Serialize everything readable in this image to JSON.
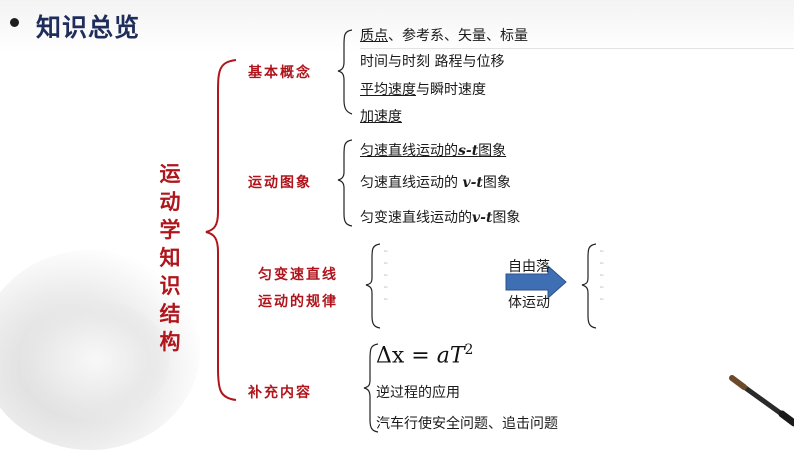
{
  "header": {
    "title": "知识总览"
  },
  "root": {
    "chars": [
      "运",
      "动",
      "学",
      "知",
      "识",
      "结",
      "构"
    ]
  },
  "branches": {
    "basic": {
      "label": "基本概念",
      "item1_a": "质点",
      "item1_b": "、参考系、矢量、标量",
      "item2": "时间与时刻 路程与位移",
      "item3_a": "平均速度",
      "item3_b": "与瞬时速度",
      "item4": "加速度"
    },
    "graphs": {
      "label": "运动图象",
      "item1_a": "匀速直线运动的",
      "item1_var": "s-t",
      "item1_b": "图象",
      "item2_a": "匀速直线运动的 ",
      "item2_var": "v-t",
      "item2_b": "图象",
      "item3_a": "匀变速直线运动的",
      "item3_var": "v-t",
      "item3_b": "图象"
    },
    "laws": {
      "label_line1": "匀变速直线",
      "label_line2": "运动的规律",
      "arrow_text1": "自由落",
      "arrow_text2": "体运动"
    },
    "extra": {
      "label": "补充内容",
      "formula_a": "Δx = ",
      "formula_var": "aT",
      "formula_sup": "2",
      "item1": "逆过程的应用",
      "item2": "汽车行使安全问题、追击问题"
    }
  },
  "colors": {
    "accent": "#b0151c",
    "arrow": "#3e6fb5",
    "title": "#1f2d5a"
  }
}
